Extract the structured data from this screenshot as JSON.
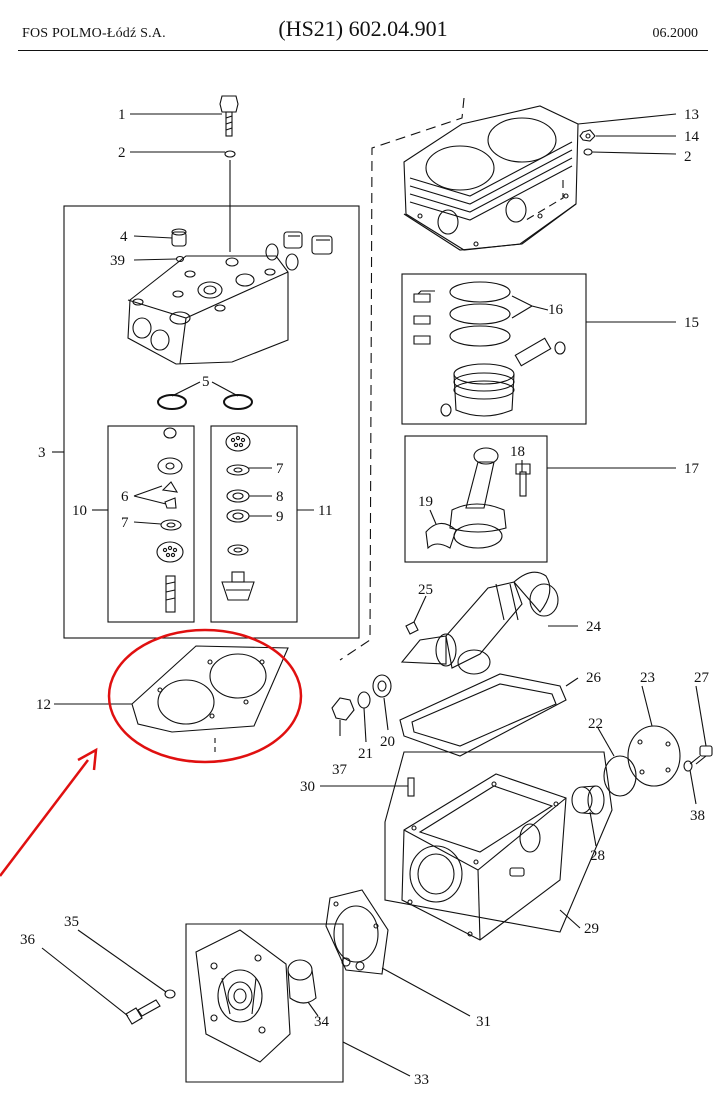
{
  "header": {
    "manufacturer": "FOS POLMO-Łódź S.A.",
    "part_number": "(HS21) 602.04.901",
    "date": "06.2000"
  },
  "callouts": {
    "p1": "1",
    "p2": "2",
    "p2b": "2",
    "p3": "3",
    "p4": "4",
    "p5": "5",
    "p6": "6",
    "p7": "7",
    "p7b": "7",
    "p8": "8",
    "p9": "9",
    "p10": "10",
    "p11": "11",
    "p12": "12",
    "p13": "13",
    "p14": "14",
    "p15": "15",
    "p16": "16",
    "p17": "17",
    "p18": "18",
    "p19": "19",
    "p20": "20",
    "p21": "21",
    "p22": "22",
    "p23": "23",
    "p24": "24",
    "p25": "25",
    "p26": "26",
    "p27": "27",
    "p28": "28",
    "p29": "29",
    "p30": "30",
    "p31": "31",
    "p33": "33",
    "p34": "34",
    "p35": "35",
    "p36": "36",
    "p37": "37",
    "p38": "38",
    "p39": "39"
  },
  "colors": {
    "line": "#111111",
    "highlight": "#e01010"
  }
}
